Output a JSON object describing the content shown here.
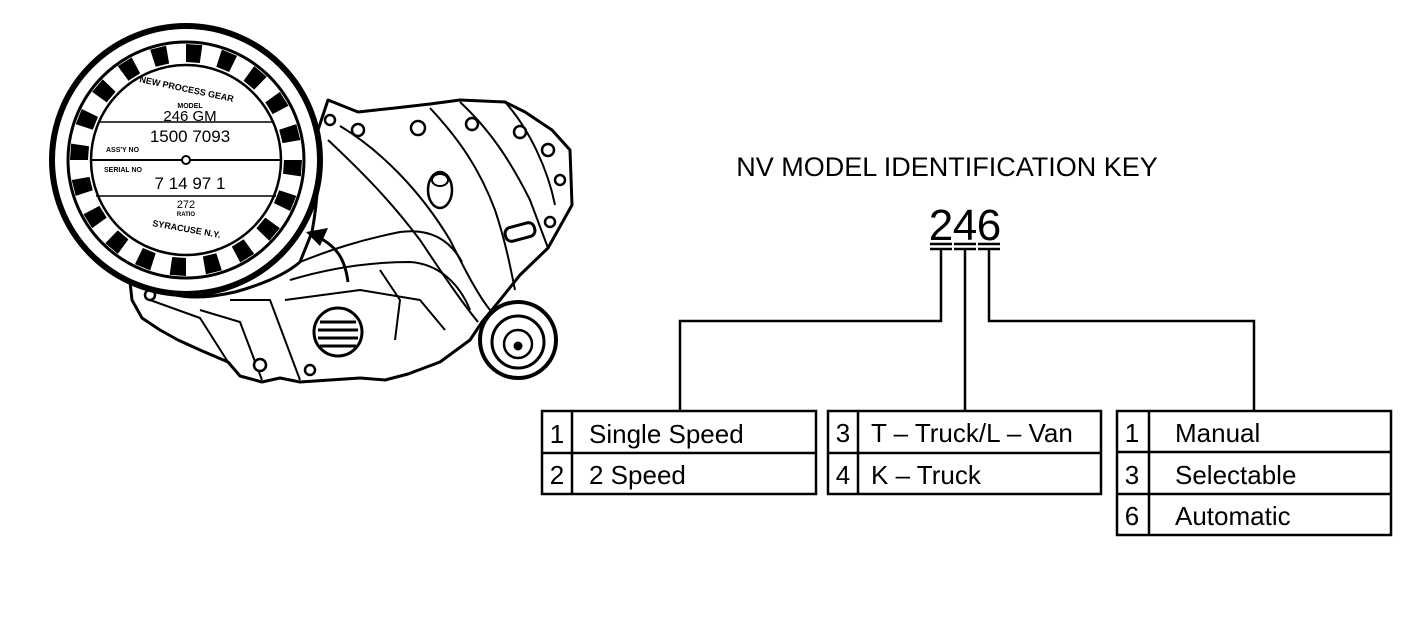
{
  "title": "NV MODEL IDENTIFICATION KEY",
  "model_digits": [
    "2",
    "4",
    "6"
  ],
  "tables": [
    {
      "rows": [
        {
          "code": "1",
          "desc": "Single Speed"
        },
        {
          "code": "2",
          "desc": "2 Speed"
        }
      ]
    },
    {
      "rows": [
        {
          "code": "3",
          "desc": "T – Truck/L – Van"
        },
        {
          "code": "4",
          "desc": "K – Truck"
        }
      ]
    },
    {
      "rows": [
        {
          "code": "1",
          "desc": "Manual"
        },
        {
          "code": "3",
          "desc": "Selectable"
        },
        {
          "code": "6",
          "desc": "Automatic"
        }
      ]
    }
  ],
  "id_tag": {
    "maker": "NEW PROCESS GEAR",
    "model_label": "MODEL",
    "model_value": "246 GM",
    "part_number": "1500  7093",
    "assy_label": "ASS'Y NO",
    "serial_label": "SERIAL NO",
    "serial_value": "7 14 97 1",
    "ratio_value": "272",
    "ratio_label": "RATIO",
    "city": "SYRACUSE N.Y."
  }
}
